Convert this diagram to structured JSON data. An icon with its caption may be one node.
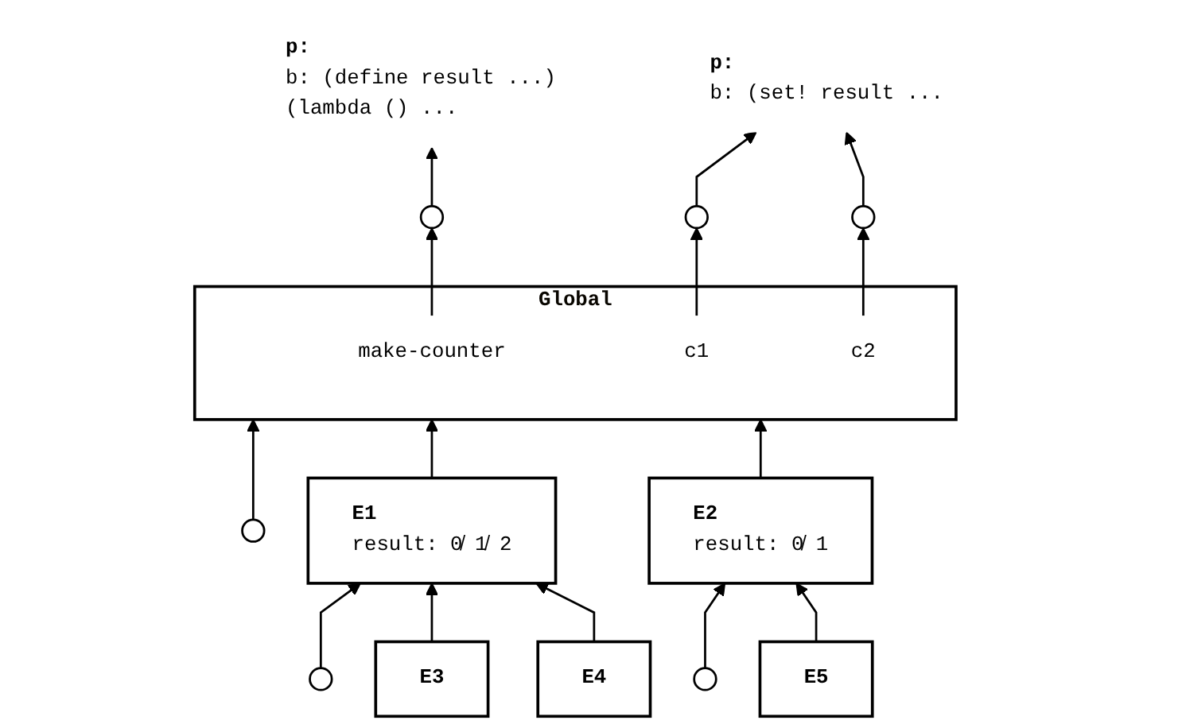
{
  "diagram": {
    "nodes": [
      {
        "text": [
          "Global"
        ]
      },
      {
        "text": [
          "make-counter"
        ],
        "in": 0
      },
      {
        "text": [
          "c1"
        ],
        "in": 0
      },
      {
        "text": [
          "c2"
        ],
        "in": 0
      },
      {
        "text": [],
        "shape": "circle"
      },
      {
        "text": [],
        "shape": "circle"
      },
      {
        "text": [
          "p:",
          "b: (define result ...) (lambda () ..."
        ]
      },
      {
        "text": [
          "E1",
          "result: 0̸ 1̸ 2"
        ]
      },
      {
        "text": [
          "E2",
          "result: 0̸ 1"
        ]
      },
      {
        "text": [],
        "shape": "circle"
      },
      {
        "text": [],
        "shape": "circle"
      },
      {
        "text": [],
        "shape": "circle"
      },
      {
        "text": [],
        "shape": "circle"
      },
      {
        "text": [
          "E3"
        ]
      },
      {
        "text": [
          "E4"
        ]
      },
      {
        "text": [
          "E5"
        ]
      },
      {
        "text": [
          "p:",
          "b: (set! result ..."
        ]
      }
    ],
    "edges": [
      {
        "from": 1,
        "to": 4,
        "arrow": "to"
      },
      {
        "from": 5,
        "to": 0,
        "arrow": "to"
      },
      {
        "from": 4,
        "to": 6,
        "arrow": "to"
      },
      {
        "from": 2,
        "to": 9,
        "arrow": "to"
      },
      {
        "from": 3,
        "to": 11,
        "arrow": "to"
      },
      {
        "from": 7,
        "to": 0,
        "arrow": "to"
      },
      {
        "from": 8,
        "to": 0,
        "arrow": "to"
      },
      {
        "from": 10,
        "to": 7,
        "arrow": "to"
      },
      {
        "from": 12,
        "to": 8,
        "arrow": "to"
      },
      {
        "from": 9,
        "to": 16,
        "arrow": "to"
      },
      {
        "from": 11,
        "to": 16,
        "arrow": "to"
      },
      {
        "from": 13,
        "to": 7,
        "arrow": "to"
      },
      {
        "from": 14,
        "to": 7,
        "arrow": "to"
      },
      {
        "from": 15,
        "to": 8,
        "arrow": "to"
      }
    ]
  }
}
